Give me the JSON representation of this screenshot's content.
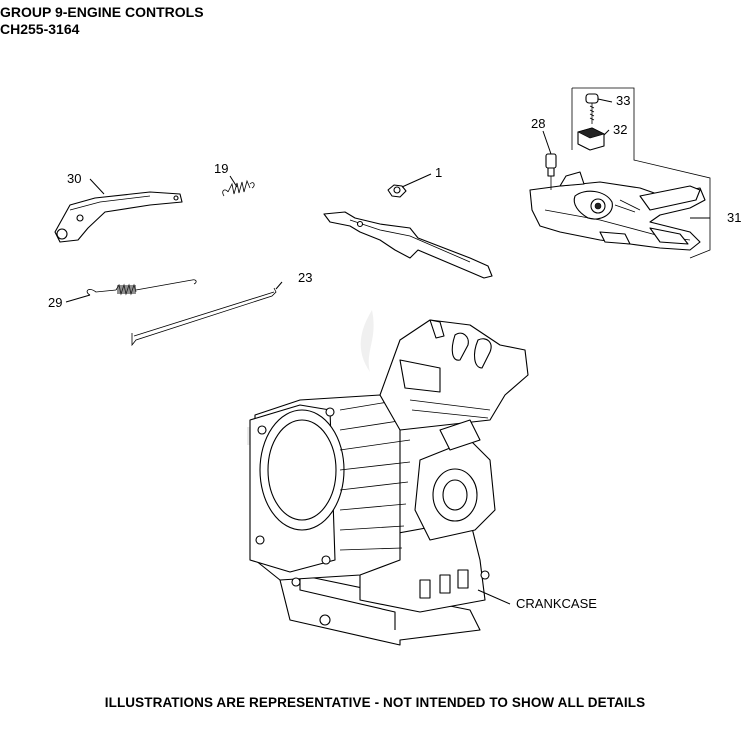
{
  "header": {
    "title": "GROUP 9-ENGINE CONTROLS",
    "model": "CH255-3164"
  },
  "parts": [
    {
      "id": "p1",
      "label": "1"
    },
    {
      "id": "p19",
      "label": "19"
    },
    {
      "id": "p23",
      "label": "23"
    },
    {
      "id": "p28",
      "label": "28"
    },
    {
      "id": "p29",
      "label": "29"
    },
    {
      "id": "p30",
      "label": "30"
    },
    {
      "id": "p31",
      "label": "31"
    },
    {
      "id": "p32",
      "label": "32"
    },
    {
      "id": "p33",
      "label": "33"
    }
  ],
  "crankcase_label": "CRANKCASE",
  "footer": "ILLUSTRATIONS ARE REPRESENTATIVE - NOT INTENDED TO SHOW ALL DETAILS"
}
